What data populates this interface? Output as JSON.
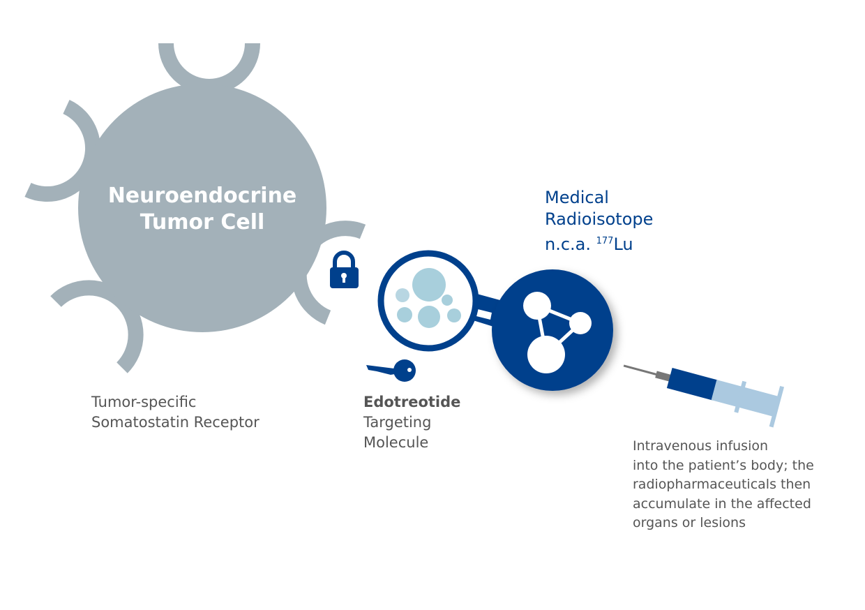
{
  "cell_label": "Neuroendocrine\nTumor Cell",
  "isotope": {
    "line1": "Medical",
    "line2": "Radioisotope",
    "line3_prefix": "n.c.a. ",
    "mass_number": "177",
    "element": "Lu"
  },
  "receptor_label": "Tumor-specific\nSomatostatin Receptor",
  "molecule": {
    "name": "Edotreotide",
    "desc": "Targeting\nMolecule"
  },
  "infusion_text": "Intravenous infusion\ninto the patient’s body; the\nradiopharmaceuticals then\naccumulate in the affected\norgans or lesions",
  "colors": {
    "cell": "#a3b1b9",
    "navy": "#00408c",
    "light_blue": "#a8cfdc",
    "syringe_light": "#abc9e0"
  }
}
